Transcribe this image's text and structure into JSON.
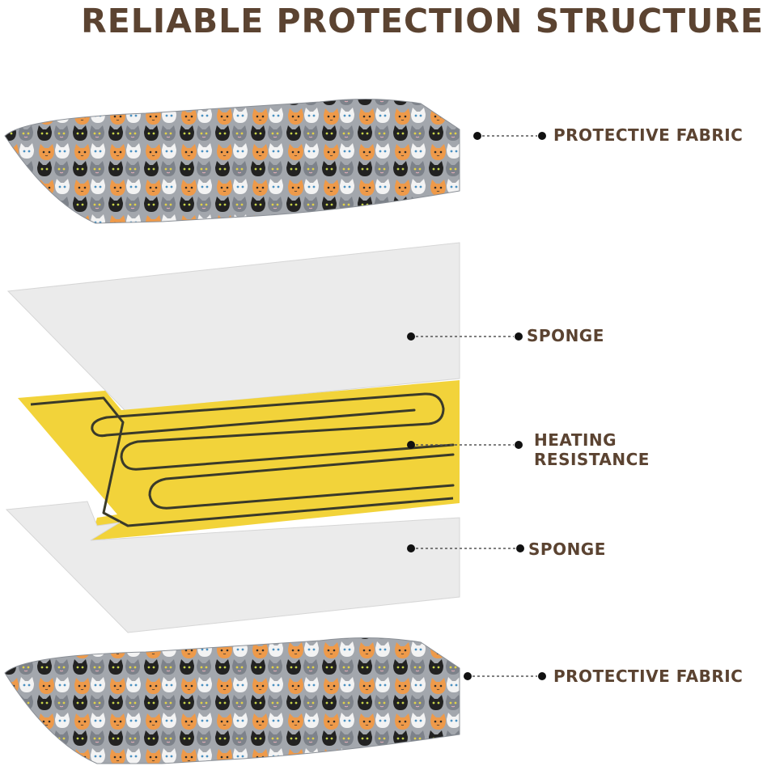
{
  "title": "RELIABLE PROTECTION STRUCTURE",
  "layers": [
    {
      "label": "PROTECTIVE FABRIC",
      "material": "cat-pattern-fabric"
    },
    {
      "label": "SPONGE",
      "material": "sponge"
    },
    {
      "label": "HEATING RESISTANCE",
      "lines": [
        "HEATING",
        "RESISTANCE"
      ],
      "material": "heating-element"
    },
    {
      "label": "SPONGE",
      "material": "sponge"
    },
    {
      "label": "PROTECTIVE FABRIC",
      "material": "cat-pattern-fabric"
    }
  ],
  "colors": {
    "text": "#5b4331",
    "heating_plate": "#f2d33a",
    "sponge": "#ebebeb",
    "cat_orange": "#ee9a4a",
    "cat_gray": "#9a9fa6",
    "cat_white": "#f3f3f3",
    "cat_black": "#222222"
  }
}
